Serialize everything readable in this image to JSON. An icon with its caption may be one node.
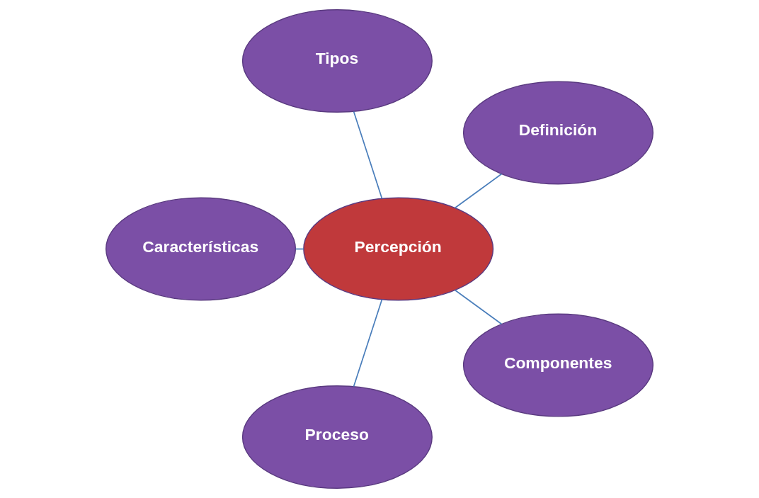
{
  "diagram": {
    "nodes": [
      {
        "text": [
          "Definición"
        ]
      },
      {
        "text": [
          "Tipos"
        ]
      },
      {
        "text": [
          "Características"
        ]
      },
      {
        "text": [
          "Percepción"
        ]
      },
      {
        "text": [
          "Proceso"
        ]
      },
      {
        "text": [
          "Componentes"
        ]
      }
    ],
    "edges": [
      {
        "from": 3,
        "to": 0,
        "arrow": "none"
      },
      {
        "from": 3,
        "to": 1,
        "arrow": "none"
      },
      {
        "from": 3,
        "to": 2,
        "arrow": "none"
      },
      {
        "from": 3,
        "to": 4,
        "arrow": "none"
      },
      {
        "from": 3,
        "to": 5,
        "arrow": "none"
      }
    ]
  }
}
